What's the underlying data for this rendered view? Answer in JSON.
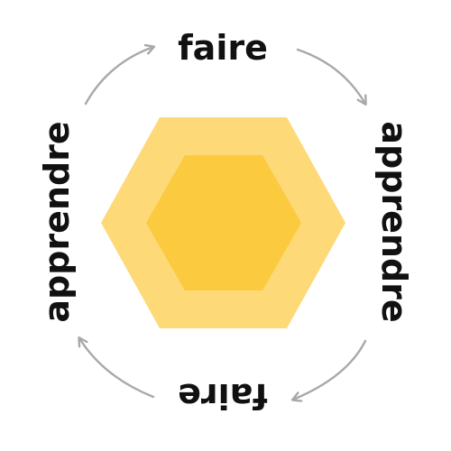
{
  "labels": {
    "top": "faire",
    "right": "apprendre",
    "bottom": "faire",
    "left": "apprendre"
  },
  "colors": {
    "hex_outer": "#fdd978",
    "hex_inner": "#fcca3e",
    "arrow": "#a8a8a8",
    "text": "#111111",
    "background": "#ffffff"
  },
  "icons": [
    "hexagon-outer",
    "hexagon-inner",
    "arrow-top-left",
    "arrow-top-right",
    "arrow-bottom-right",
    "arrow-bottom-left"
  ]
}
